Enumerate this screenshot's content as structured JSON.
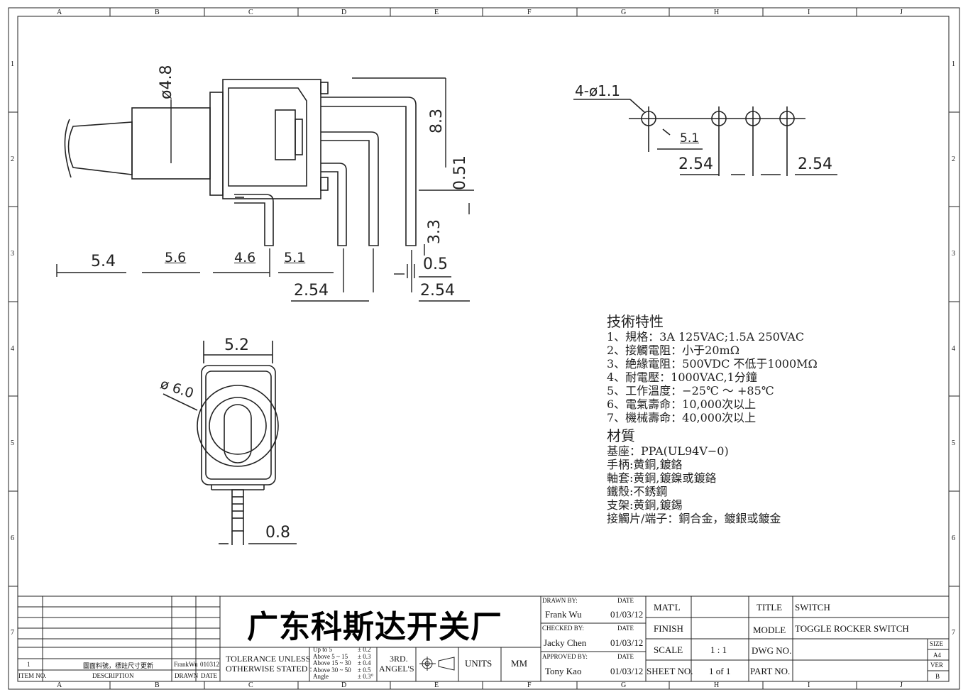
{
  "border": {
    "columns": [
      "A",
      "B",
      "C",
      "D",
      "E",
      "F",
      "G",
      "H",
      "I",
      "J"
    ],
    "rows": [
      "1",
      "2",
      "3",
      "4",
      "5",
      "6",
      "7"
    ]
  },
  "dimensions": {
    "d48": "ø4.8",
    "d83": "8.3",
    "d051": "0.51",
    "d33": "3.3",
    "d54": "5.4",
    "d56": "5.6",
    "d46": "4.6",
    "d51": "5.1",
    "d05": "0.5",
    "d254a": "2.54",
    "d254b": "2.54",
    "holes": "4-ø1.1",
    "hole51": "5.1",
    "hole254a": "2.54",
    "hole254b": "2.54",
    "d52": "5.2",
    "d60": "ø 6.0",
    "d08": "0.8"
  },
  "specs": {
    "heading": "技術特性",
    "items": [
      "1、規格：3A 125VAC;1.5A 250VAC",
      "2、接觸電阻：小于20mΩ",
      "3、絶緣電阻：500VDC 不低于1000MΩ",
      "4、耐電壓：1000VAC,1分鐘",
      "5、工作溫度：−25℃ ～ +85℃",
      "6、電氣壽命：10,000次以上",
      "7、機械壽命：40,000次以上"
    ],
    "material_heading": "材質",
    "materials": [
      "基座：PPA(UL94V−0)",
      "手柄:黄銅,鍍鉻",
      "軸套:黄銅,鍍鎳或鍍鉻",
      "鐵殼:不銹鋼",
      "支架:黄銅,鍍錫",
      "接觸片/端子：銅合金，鍍銀或鍍金"
    ]
  },
  "title_block": {
    "company": "广东科斯达开关厂",
    "rev_item": "1",
    "rev_desc": "圖面料號，標註尺寸更新",
    "rev_drawn": "FrankWu",
    "rev_date": "010312",
    "item_no": "ITEM NO.",
    "description": "DESCRIPTION",
    "drawn": "DRAWN",
    "date": "DATE",
    "tolerance1": "TOLERANCE UNLESS",
    "tolerance2": "OTHERWISE STATED :",
    "tol_rows": [
      "Up  to  5",
      "Above 5  ~ 15",
      "Above 15 ~ 30",
      "Above 30 ~ 50",
      "Angle"
    ],
    "tol_vals": [
      "± 0.2",
      "± 0.3",
      "± 0.4",
      "± 0.5",
      "± 0.3°"
    ],
    "angle1": "3RD.",
    "angle2": "ANGEL'S",
    "units_label": "UNITS",
    "units": "MM",
    "drawn_by_label": "DRAWN BY:",
    "drawn_by": "Frank Wu",
    "checked_by_label": "CHECKED BY:",
    "checked_by": "Jacky Chen",
    "approved_by_label": "APPROVED BY:",
    "approved_by": "Tony Kao",
    "date_label": "DATE",
    "date1": "01/03/12",
    "date2": "01/03/12",
    "date3": "01/03/12",
    "matl_label": "MAT'L",
    "finish_label": "FINISH",
    "scale_label": "SCALE",
    "scale": "1 : 1",
    "sheet_label": "SHEET NO.",
    "sheet": "1 of 1",
    "title_label": "TITLE",
    "title": "SWITCH",
    "model_label": "MODLE",
    "model": "TOGGLE ROCKER SWITCH",
    "dwg_label": "DWG NO.",
    "part_label": "PART NO.",
    "size_label": "SIZE",
    "size": "A4",
    "ver_label": "VER",
    "ver": "B"
  }
}
